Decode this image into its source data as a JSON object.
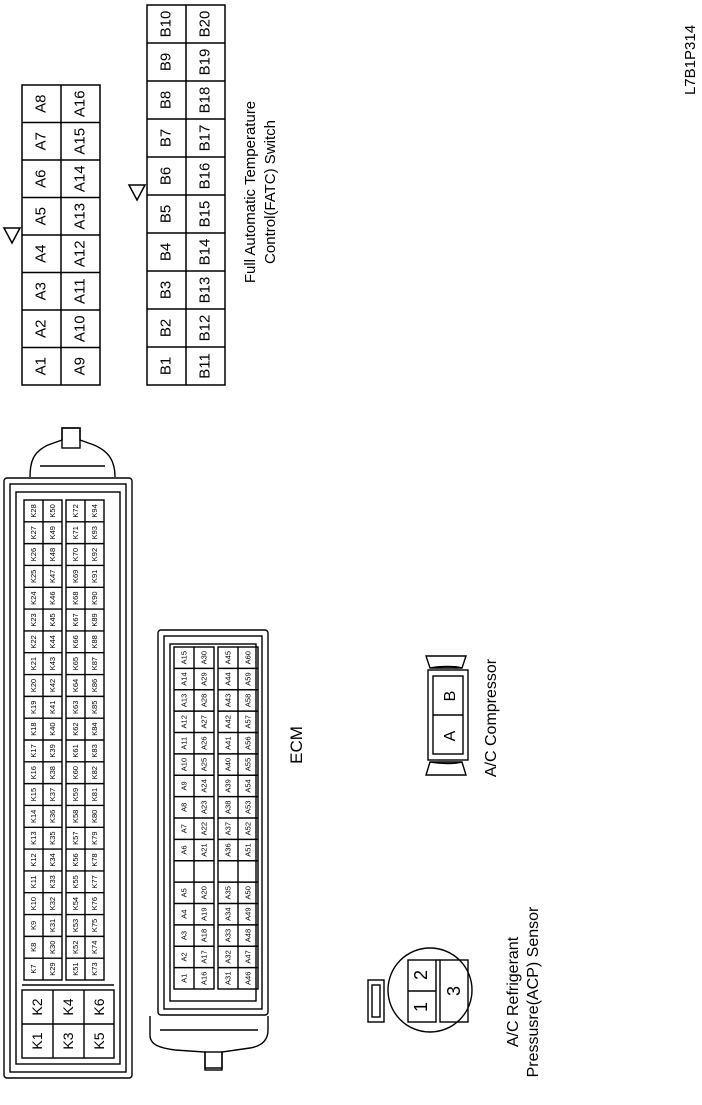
{
  "drawing_code": "L7B1P314",
  "fatc": {
    "label_lines": [
      "Full Automatic Temperature",
      "Control(FATC) Switch"
    ],
    "connector_a": {
      "row1": [
        "A1",
        "A2",
        "A3",
        "A4",
        "A5",
        "A6",
        "A7",
        "A8"
      ],
      "row2": [
        "A9",
        "A10",
        "A11",
        "A12",
        "A13",
        "A14",
        "A15",
        "A16"
      ]
    },
    "connector_b": {
      "row1": [
        "B1",
        "B2",
        "B3",
        "B4",
        "B5",
        "B6",
        "B7",
        "B8",
        "B9",
        "B10"
      ],
      "row2": [
        "B11",
        "B12",
        "B13",
        "B14",
        "B15",
        "B16",
        "B17",
        "B18",
        "B19",
        "B20"
      ]
    }
  },
  "ecm": {
    "label": "ECM",
    "k_big": [
      "K1",
      "K2",
      "K3",
      "K4",
      "K5",
      "K6"
    ],
    "k_r1": [
      "K7",
      "K8",
      "K9",
      "K10",
      "K11",
      "K12",
      "K13",
      "K14",
      "K15",
      "K16",
      "K17",
      "K18",
      "K19",
      "K20",
      "K21",
      "K22",
      "K23",
      "K24",
      "K25",
      "K26",
      "K27",
      "K28"
    ],
    "k_r2": [
      "K29",
      "K30",
      "K31",
      "K32",
      "K33",
      "K34",
      "K35",
      "K36",
      "K37",
      "K38",
      "K39",
      "K40",
      "K41",
      "K42",
      "K43",
      "K44",
      "K45",
      "K46",
      "K47",
      "K48",
      "K49",
      "K50"
    ],
    "k_r3": [
      "K51",
      "K52",
      "K53",
      "K54",
      "K55",
      "K56",
      "K57",
      "K58",
      "K59",
      "K60",
      "K61",
      "K62",
      "K63",
      "K64",
      "K65",
      "K66",
      "K67",
      "K68",
      "K69",
      "K70",
      "K71",
      "K72"
    ],
    "k_r4": [
      "K73",
      "K74",
      "K75",
      "K76",
      "K77",
      "K78",
      "K79",
      "K80",
      "K81",
      "K82",
      "K83",
      "K84",
      "K85",
      "K86",
      "K87",
      "K88",
      "K89",
      "K90",
      "K91",
      "K92",
      "K93",
      "K94"
    ],
    "a_r1": [
      "A1",
      "A2",
      "A3",
      "A4",
      "A5",
      "",
      "A6",
      "A7",
      "A8",
      "A9",
      "A10",
      "A11",
      "A12",
      "A13",
      "A14",
      "A15"
    ],
    "a_r2": [
      "A16",
      "A17",
      "A18",
      "A19",
      "A20",
      "",
      "A21",
      "A22",
      "A23",
      "A24",
      "A25",
      "A26",
      "A27",
      "A28",
      "A29",
      "A30"
    ],
    "a_r3": [
      "A31",
      "A32",
      "A33",
      "A34",
      "A35",
      "",
      "A36",
      "A37",
      "A38",
      "A39",
      "A40",
      "A41",
      "A42",
      "A43",
      "A44",
      "A45"
    ],
    "a_r4": [
      "A46",
      "A47",
      "A48",
      "A49",
      "A50",
      "",
      "A51",
      "A52",
      "A53",
      "A54",
      "A55",
      "A56",
      "A57",
      "A58",
      "A59",
      "A60"
    ]
  },
  "acp": {
    "label_lines": [
      "A/C Refrigerant",
      "Pressusre(ACP) Sensor"
    ],
    "pins": [
      "1",
      "2",
      "3"
    ]
  },
  "compressor": {
    "label": "A/C Compressor",
    "pins": [
      "A",
      "B"
    ]
  }
}
